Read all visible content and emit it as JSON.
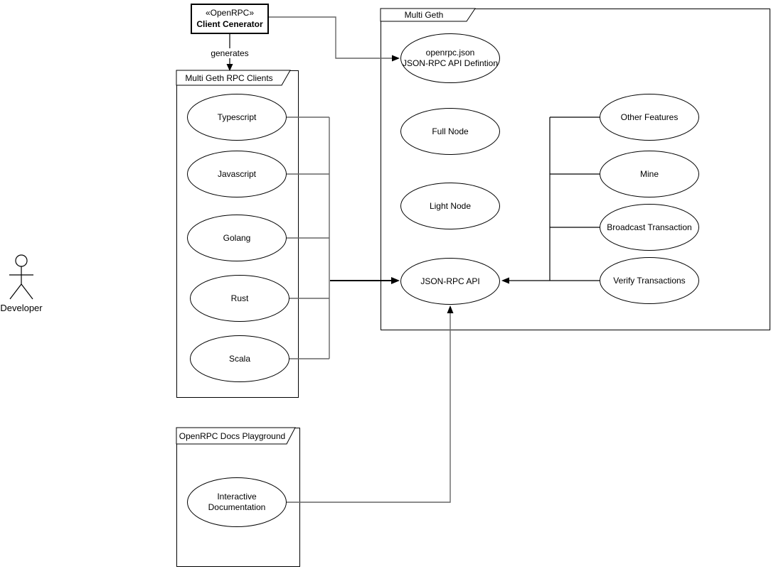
{
  "diagram": {
    "actor": {
      "label": "Developer"
    },
    "generator": {
      "stereotype": "«OpenRPC»",
      "name": "Client Cenerator"
    },
    "edges": {
      "generates_label": "generates"
    },
    "clients_package": {
      "title": "Multi Geth RPC Clients",
      "items": [
        "Typescript",
        "Javascript",
        "Golang",
        "Rust",
        "Scala"
      ]
    },
    "multi_geth_package": {
      "title": "Multi Geth",
      "openrpc_line1": "openrpc.json",
      "openrpc_line2": "JSON-RPC API Defintion",
      "full_node": "Full Node",
      "light_node": "Light Node",
      "api": "JSON-RPC API",
      "features": [
        "Other Features",
        "Mine",
        "Broadcast Transaction",
        "Verify Transactions"
      ]
    },
    "docs_package": {
      "title": "OpenRPC Docs Playground",
      "interactive_line1": "Interactive",
      "interactive_line2": "Documentation"
    },
    "colors": {
      "stroke": "#000000",
      "connector": "#666666",
      "fill": "#ffffff"
    }
  }
}
